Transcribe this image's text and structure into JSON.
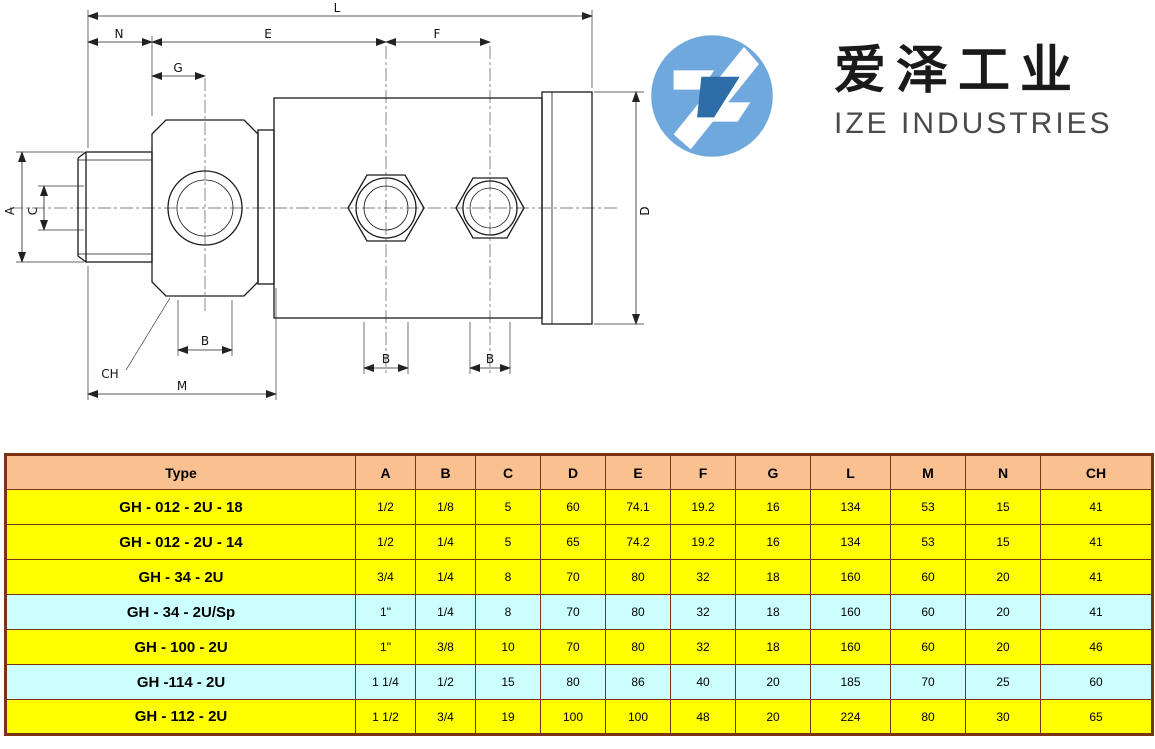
{
  "brand": {
    "chinese": "爱泽工业",
    "english": "IZE INDUSTRIES"
  },
  "drawing": {
    "dims": {
      "L": "L",
      "N": "N",
      "E": "E",
      "F": "F",
      "G": "G",
      "A": "A",
      "C": "C",
      "B": "B",
      "D": "D",
      "M": "M",
      "CH": "CH"
    }
  },
  "colors": {
    "header_bg": "#FAC090",
    "row_yellow": "#FFFF00",
    "row_cyan": "#CCFFFF",
    "table_border": "#7B3413",
    "logo_light_blue": "#6FA8DC",
    "logo_dark_blue": "#2E6DA8",
    "brand_text": "#1A1A1A",
    "brand_sub": "#4A4A4A"
  },
  "table": {
    "headers": [
      "Type",
      "A",
      "B",
      "C",
      "D",
      "E",
      "F",
      "G",
      "L",
      "M",
      "N",
      "CH"
    ],
    "rows": [
      {
        "type": "GH - 012 - 2U - 18",
        "bg": "yellow",
        "values": [
          "1/2",
          "1/8",
          "5",
          "60",
          "74.1",
          "19.2",
          "16",
          "134",
          "53",
          "15",
          "41"
        ]
      },
      {
        "type": "GH - 012 - 2U - 14",
        "bg": "yellow",
        "values": [
          "1/2",
          "1/4",
          "5",
          "65",
          "74.2",
          "19.2",
          "16",
          "134",
          "53",
          "15",
          "41"
        ]
      },
      {
        "type": "GH - 34 - 2U",
        "bg": "yellow",
        "values": [
          "3/4",
          "1/4",
          "8",
          "70",
          "80",
          "32",
          "18",
          "160",
          "60",
          "20",
          "41"
        ]
      },
      {
        "type": "GH - 34 - 2U/Sp",
        "bg": "cyan",
        "values": [
          "1\"",
          "1/4",
          "8",
          "70",
          "80",
          "32",
          "18",
          "160",
          "60",
          "20",
          "41"
        ]
      },
      {
        "type": "GH - 100 - 2U",
        "bg": "yellow",
        "values": [
          "1\"",
          "3/8",
          "10",
          "70",
          "80",
          "32",
          "18",
          "160",
          "60",
          "20",
          "46"
        ]
      },
      {
        "type": "GH -114 - 2U",
        "bg": "cyan",
        "values": [
          "1 1/4",
          "1/2",
          "15",
          "80",
          "86",
          "40",
          "20",
          "185",
          "70",
          "25",
          "60"
        ]
      },
      {
        "type": "GH - 112 - 2U",
        "bg": "yellow",
        "values": [
          "1 1/2",
          "3/4",
          "19",
          "100",
          "100",
          "48",
          "20",
          "224",
          "80",
          "30",
          "65"
        ]
      }
    ]
  }
}
